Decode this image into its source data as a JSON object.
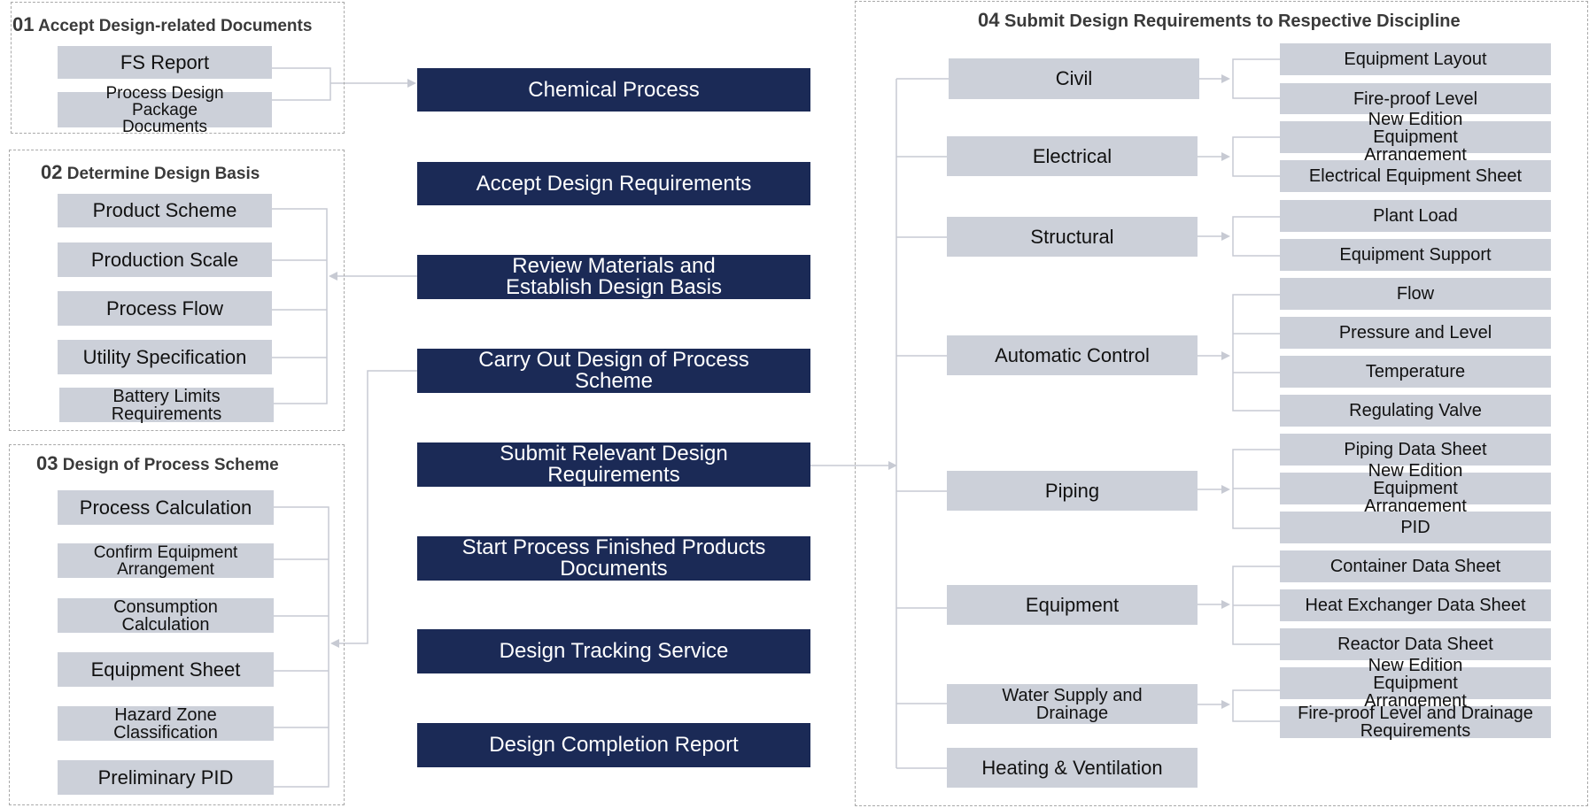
{
  "panel1": {
    "num": "01",
    "title": "Accept Design-related Documents",
    "items": [
      "FS Report",
      "Process Design Package Documents"
    ]
  },
  "panel2": {
    "num": "02",
    "title": "Determine Design Basis",
    "items": [
      "Product  Scheme",
      "Production Scale",
      "Process Flow",
      "Utility Specification",
      "Battery Limits Requirements"
    ]
  },
  "panel3": {
    "num": "03",
    "title": "Design of Process Scheme",
    "items": [
      "Process Calculation",
      "Confirm Equipment Arrangement",
      "Consumption Calculation",
      "Equipment Sheet",
      "Hazard Zone Classification",
      "Preliminary PID"
    ]
  },
  "steps": [
    "Chemical Process",
    "Accept Design Requirements",
    "Review Materials and Establish Design Basis",
    "Carry Out Design of Process Scheme",
    "Submit Relevant Design Requirements",
    "Start Process Finished Products Documents",
    "Design Tracking Service",
    "Design Completion Report"
  ],
  "panel4": {
    "num": "04",
    "title": "Submit Design Requirements to Respective Discipline",
    "disciplines": [
      "Civil",
      "Electrical",
      "Structural",
      "Automatic Control",
      "Piping",
      "Equipment",
      "Water Supply and Drainage",
      "Heating & Ventilation"
    ],
    "requirements": [
      "Equipment Layout",
      "Fire-proof Level",
      "New Edition Equipment Arrangement",
      "Electrical Equipment Sheet",
      "Plant Load",
      "Equipment Support",
      "Flow",
      "Pressure and Level",
      "Temperature",
      "Regulating Valve",
      "Piping Data Sheet",
      "New Edition Equipment Arrangement",
      "PID",
      "Container Data Sheet",
      "Heat Exchanger Data Sheet",
      "Reactor Data Sheet",
      "New Edition Equipment Arrangement",
      "Fire-proof Level and Drainage Requirements"
    ]
  }
}
